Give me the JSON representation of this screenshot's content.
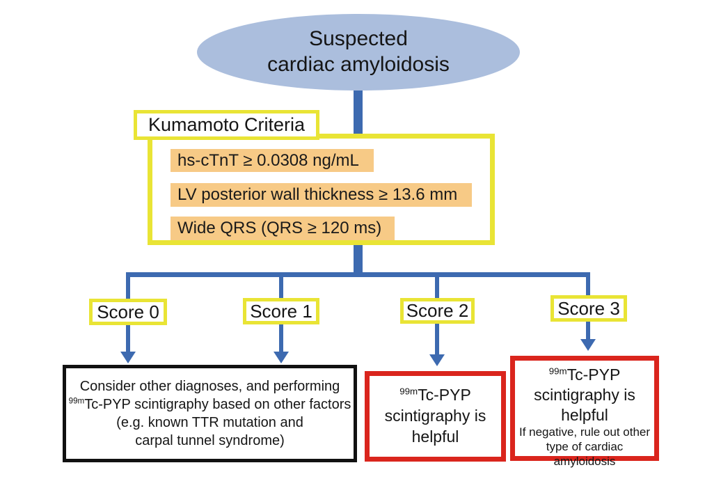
{
  "colors": {
    "ellipse_fill": "#abbedd",
    "connector_blue": "#3d6ab0",
    "criteria_border_yellow": "#e9e435",
    "criteria_item_orange": "#f7ca86",
    "outcome_border_black": "#111111",
    "outcome_border_red": "#da251d",
    "text": "#151515"
  },
  "ellipse": {
    "line1": "Suspected",
    "line2": "cardiac amyloidosis"
  },
  "criteria": {
    "label": "Kumamoto Criteria",
    "items": [
      "hs-cTnT ≥ 0.0308 ng/mL",
      "LV posterior wall thickness ≥ 13.6 mm",
      "Wide QRS (QRS ≥ 120 ms)"
    ]
  },
  "scores": [
    {
      "label": "Score 0"
    },
    {
      "label": "Score 1"
    },
    {
      "label": "Score 2"
    },
    {
      "label": "Score 3"
    }
  ],
  "outcomes": {
    "score0_1": {
      "line1": "Consider other diagnoses, and performing",
      "line2_sup": "99m",
      "line2": "Tc-PYP scintigraphy based on other factors",
      "line3": "(e.g. known TTR mutation and",
      "line4": "carpal tunnel syndrome)"
    },
    "score2": {
      "sup": "99m",
      "line1": "Tc-PYP",
      "line2": "scintigraphy is",
      "line3": "helpful"
    },
    "score3": {
      "sup": "99m",
      "line1": "Tc-PYP",
      "line2": "scintigraphy is",
      "line3": "helpful",
      "note": "If negative, rule out other type of cardiac amyloidosis"
    }
  }
}
